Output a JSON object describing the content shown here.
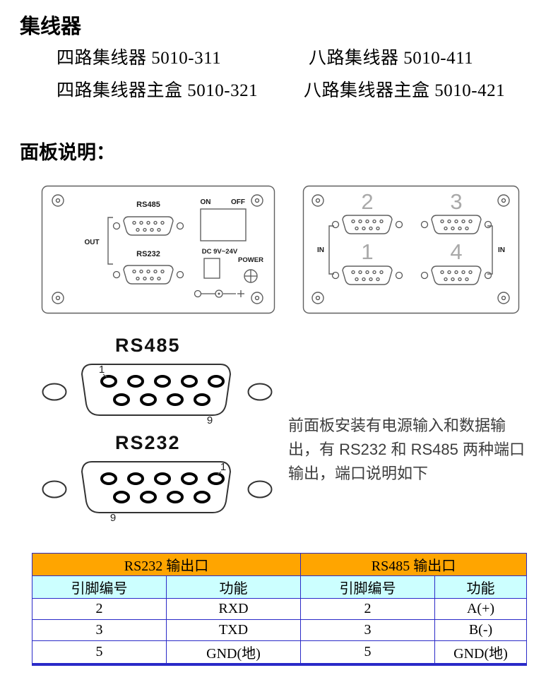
{
  "colors": {
    "table_header_bg": "#FFA500",
    "table_subheader_bg": "#CCFFFF",
    "table_border": "#2A2AC8"
  },
  "doc": {
    "title": "集线器",
    "model_rows": [
      {
        "left": "四路集线器 5010-311",
        "right": "八路集线器 5010-411"
      },
      {
        "left": "四路集线器主盒 5010-321",
        "right": "八路集线器主盒 5010-421"
      }
    ],
    "panel_section_heading": "面板说明：",
    "description": "前面板安装有电源输入和数据输出，有 RS232 和 RS485 两种端口输出，端口说明如下"
  },
  "front_panel": {
    "rs485_label": "RS485",
    "rs232_label": "RS232",
    "out_label": "OUT",
    "on_label": "ON",
    "off_label": "OFF",
    "dc_label": "DC 9V~24V",
    "power_label": "POWER"
  },
  "back_panel": {
    "port_top_left": "2",
    "port_top_right": "3",
    "port_bottom_left": "1",
    "port_bottom_right": "4",
    "in_left": "IN",
    "in_right": "IN"
  },
  "rs485_connector": {
    "title": "RS485",
    "pin_first": "1",
    "pin_last": "9"
  },
  "rs232_connector": {
    "title": "RS232",
    "pin_first": "1",
    "pin_last": "9"
  },
  "table": {
    "header_left": "RS232 输出口",
    "header_right": "RS485 输出口",
    "subheaders": [
      "引脚编号",
      "功能",
      "引脚编号",
      "功能"
    ],
    "rows": [
      [
        "2",
        "RXD",
        "2",
        "A(+)"
      ],
      [
        "3",
        "TXD",
        "3",
        "B(-)"
      ],
      [
        "5",
        "GND(地)",
        "5",
        "GND(地)"
      ]
    ]
  }
}
